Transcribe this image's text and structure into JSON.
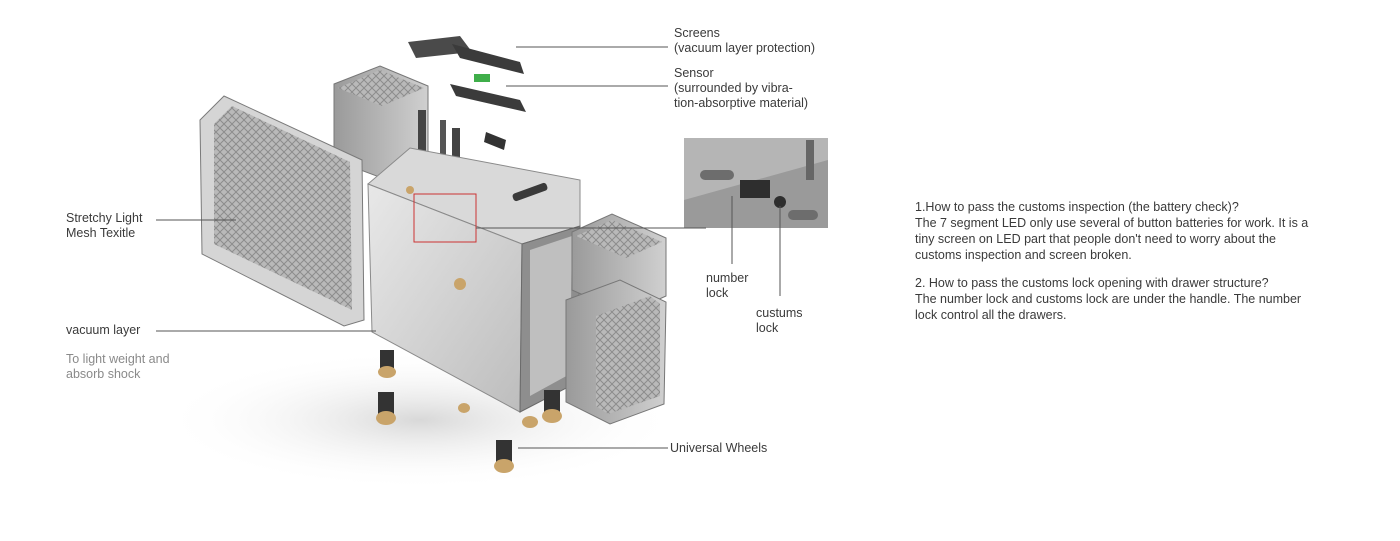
{
  "labels": {
    "screens": "Screens\n(vacuum layer protection)",
    "sensor": "Sensor\n(surrounded by vibra-\ntion-absorptive material)",
    "mesh": "Stretchy Light\nMesh Texitle",
    "vacuum": "vacuum layer",
    "vacuum_note": "To light weight and\nabsorb shock",
    "number_lock": "number\nlock",
    "customs_lock": "custums\nlock",
    "wheels": "Universal Wheels"
  },
  "description": {
    "q1": "1.How to pass the customs inspection (the battery check)?\n   The 7 segment LED only use several of button batteries for work. It is a tiny screen on LED part that people don't need to worry about the customs inspection and screen broken.",
    "q2": "2. How to pass the customs lock opening with drawer structure?\n    The number lock and customs lock are under the handle. The number lock control all the drawers."
  },
  "colors": {
    "callout_box": "#cc3333",
    "leader_line": "#555555",
    "metal": "#c9c9c9",
    "mesh": "#a8a8a8",
    "gold": "#c9a46a"
  }
}
